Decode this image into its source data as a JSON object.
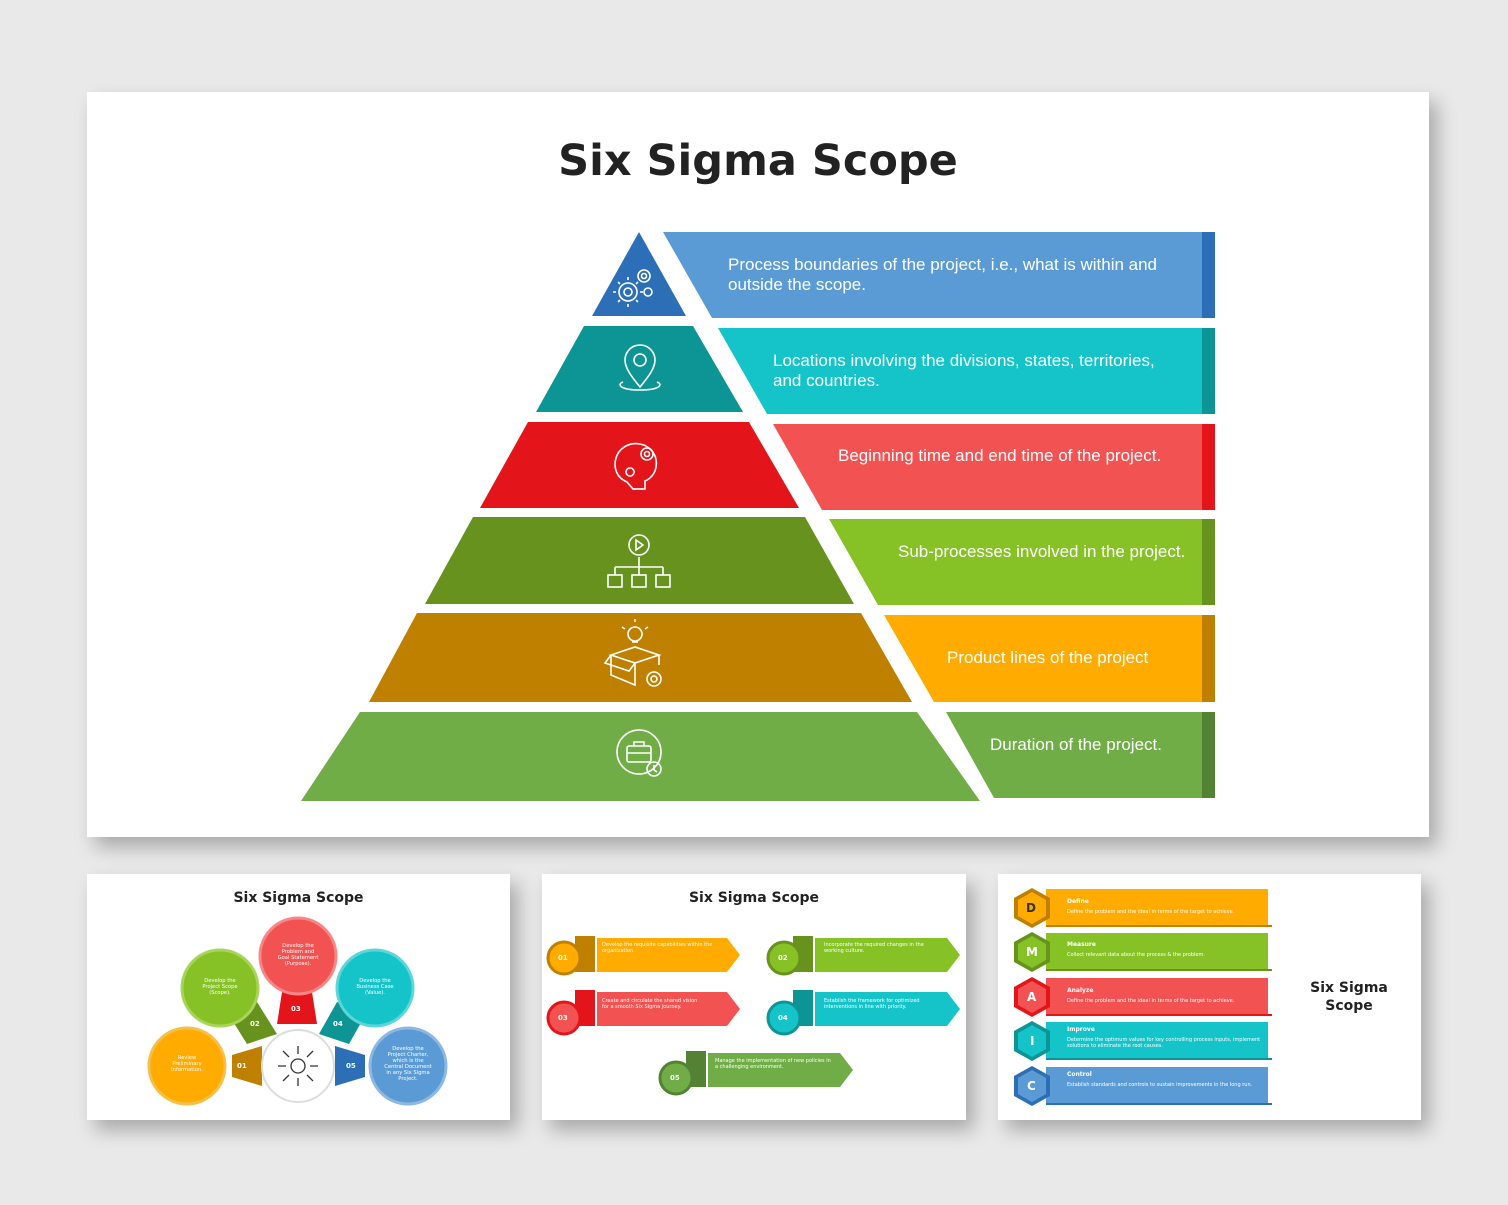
{
  "main": {
    "title": "Six Sigma Scope",
    "levels": [
      {
        "text": "Process boundaries of the project, i.e., what is within and outside the scope.",
        "icon": "gears-icon",
        "color": "#2c6fb7",
        "band": "#5b9bd5"
      },
      {
        "text": "Locations involving the divisions, states, territories, and countries.",
        "icon": "location-pin-icon",
        "color": "#0d9494",
        "band": "#14c4c9"
      },
      {
        "text": "Beginning time and end time of the project.",
        "icon": "brain-gear-icon",
        "color": "#e3141a",
        "band": "#f35252"
      },
      {
        "text": "Sub-processes involved in the project.",
        "icon": "process-hierarchy-icon",
        "color": "#67921e",
        "band": "#86c226"
      },
      {
        "text": "Product lines of the project",
        "icon": "product-box-icon",
        "color": "#bf8000",
        "band": "#ffab00"
      },
      {
        "text": "Duration of the project.",
        "icon": "briefcase-gear-icon",
        "color": "#70ad47",
        "band": "#70ad47"
      }
    ]
  },
  "thumb1": {
    "title": "Six Sigma Scope",
    "items": [
      {
        "num": "01",
        "text": "Review Preliminary Information.",
        "color": "#ffab00"
      },
      {
        "num": "02",
        "text": "Develop the Project Scope (Scope).",
        "color": "#86c226"
      },
      {
        "num": "03",
        "text": "Develop the Problem and Goal Statement (Purpose).",
        "color": "#f35252"
      },
      {
        "num": "04",
        "text": "Develop the Business Case (Value).",
        "color": "#14c4c9"
      },
      {
        "num": "05",
        "text": "Develop the Project Charter, which is the Central Document in any Six Sigma Project.",
        "color": "#5b9bd5"
      }
    ]
  },
  "thumb2": {
    "title": "Six Sigma Scope",
    "items": [
      {
        "num": "01",
        "text": "Develop the requisite capabilities within the organization.",
        "color": "#ffab00"
      },
      {
        "num": "02",
        "text": "Incorporate the required changes in the working culture.",
        "color": "#86c226"
      },
      {
        "num": "03",
        "text": "Create and circulate the shared vision for a smooth Six Sigma journey.",
        "color": "#f35252"
      },
      {
        "num": "04",
        "text": "Establish the framework for optimized interventions in line with priority.",
        "color": "#14c4c9"
      },
      {
        "num": "05",
        "text": "Manage the implementation of new policies in a challenging environment.",
        "color": "#70ad47"
      }
    ]
  },
  "thumb3": {
    "title": "Six Sigma Scope",
    "items": [
      {
        "letter": "D",
        "label": "Define",
        "text": "Define the problem and the ideal in terms of the target to achieve.",
        "color": "#ffab00",
        "dark": "#bf8000"
      },
      {
        "letter": "M",
        "label": "Measure",
        "text": "Collect relevant data about the process & the problem.",
        "color": "#86c226",
        "dark": "#67921e"
      },
      {
        "letter": "A",
        "label": "Analyze",
        "text": "Define the problem and the ideal in terms of the target to achieve.",
        "color": "#f35252",
        "dark": "#e3141a"
      },
      {
        "letter": "I",
        "label": "Improve",
        "text": "Determine the optimum values for key controlling process inputs, implement solutions to eliminate the root causes.",
        "color": "#14c4c9",
        "dark": "#0d9494"
      },
      {
        "letter": "C",
        "label": "Control",
        "text": "Establish standards and controls to sustain improvements in the long run.",
        "color": "#5b9bd5",
        "dark": "#2c6fb7"
      }
    ]
  }
}
